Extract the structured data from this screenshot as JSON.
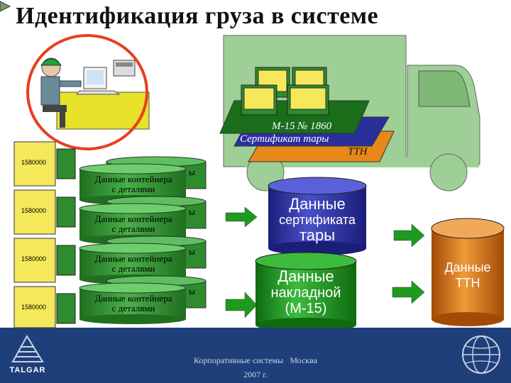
{
  "slide": {
    "title": "Идентификация груза в системе"
  },
  "truck": {
    "doc_number": "М-15 № 1860",
    "doc_certificate": "Сертификат тары",
    "doc_ttn": "ТТН"
  },
  "containers": [
    {
      "label": "Данные контейнера\nс деталями",
      "behind_fragment": "ы"
    },
    {
      "label": "Данные контейнера\nс деталями",
      "behind_fragment": "ы"
    },
    {
      "label": "Данные контейнера\nс деталями",
      "behind_fragment": "ы"
    },
    {
      "label": "Данные контейнера\nс деталями",
      "behind_fragment": "ы"
    }
  ],
  "label_card": {
    "number": "1580000"
  },
  "databases": {
    "certificate": {
      "line1": "Данные",
      "line2": "сертификата",
      "line3": "тары"
    },
    "waybill": {
      "line1": "Данные",
      "line2": "накладной",
      "line3": "(М-15)"
    },
    "ttn": {
      "line1": "Данные",
      "line2": "ТТН"
    }
  },
  "footer": {
    "company": "Корпоративные системы",
    "city": "Москва",
    "year": "2007 г.",
    "logo_text": "TALGAR"
  },
  "colors": {
    "background": "#ffffff",
    "footer": "#1f3f7a",
    "container_green": "#2e8b2e",
    "db_blue": "#2b2f9c",
    "db_green": "#1d8c1d",
    "db_orange": "#d9700f",
    "truck_green": "#9ecf96",
    "arrow_green": "#1e9b1e",
    "highlight_circle": "#e8401c"
  }
}
